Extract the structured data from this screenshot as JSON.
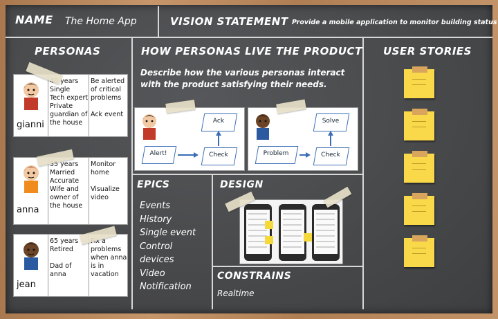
{
  "header": {
    "name_label": "NAME",
    "name_value": "The Home App",
    "vision_label": "VISION STATEMENT",
    "vision_value": "Provide a mobile application to monitor building status"
  },
  "personas": {
    "title": "PERSONAS",
    "items": [
      {
        "name": "gianni",
        "traits": "40 years\nSingle\nTech expert\nPrivate\nguardian of\nthe house",
        "needs": "Be alerted\nof critical\nproblems\n\nAck event",
        "skin": "#f2c9a3",
        "hair": "#2a1a10",
        "shirt": "#c23a2a"
      },
      {
        "name": "anna",
        "traits": "35 years\nMarried\nAccurate\nWife and\nowner of\nthe house",
        "needs": "Monitor\nhome\n\nVisualize\nvideo",
        "skin": "#f2c9a3",
        "hair": "#a0522d",
        "shirt": "#f08c1e"
      },
      {
        "name": "jean",
        "traits": "65 years\nRetired\n\nDad of\nanna",
        "needs": "Fix a\nproblems\nwhen anna\nis in\nvacation",
        "skin": "#6b4326",
        "hair": "#1a1a1a",
        "shirt": "#2c5aa0"
      }
    ]
  },
  "how": {
    "title": "HOW PERSONAS LIVE THE PRODUCT",
    "description_line1": "Describe how the various personas interact",
    "description_line2": "with the product satisfying their needs.",
    "flows": [
      {
        "top": "Ack",
        "left": "Alert!",
        "right": "Check"
      },
      {
        "top": "Solve",
        "left": "Problem",
        "right": "Check"
      }
    ]
  },
  "user_stories": {
    "title": "USER STORIES",
    "count": 5
  },
  "epics": {
    "title": "EPICS",
    "items": [
      "Events",
      "History",
      "Single event",
      "Control",
      "devices",
      "Video",
      "Notification"
    ]
  },
  "design": {
    "title": "DESIGN"
  },
  "constrains": {
    "title": "CONSTRAINS",
    "items": [
      "Realtime"
    ]
  },
  "colors": {
    "chalkboard": "#4b4c4e",
    "sticky": "#f9d94a",
    "frame": "#b9865a"
  }
}
